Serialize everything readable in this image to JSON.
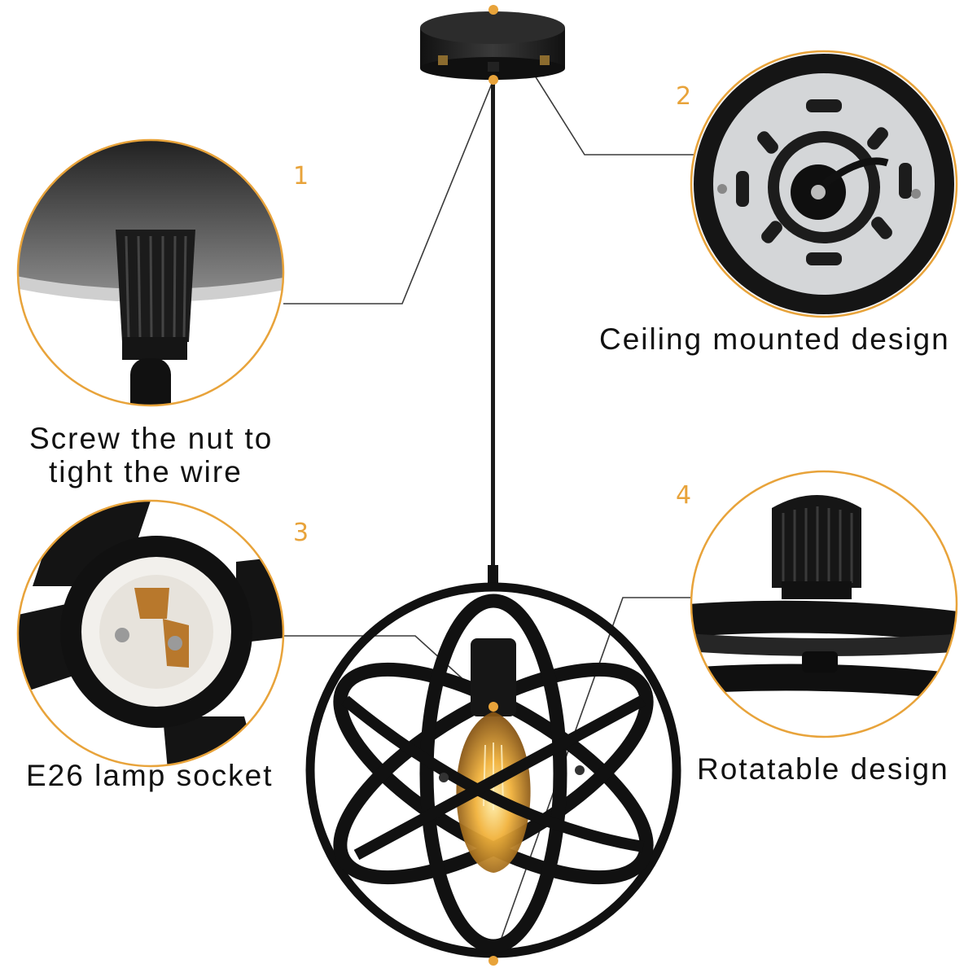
{
  "accent_color": "#E8A33A",
  "callouts": [
    {
      "number": "1",
      "caption_lines": [
        "Screw the nut to",
        "tight the wire"
      ],
      "icon": "cord-grip-nut"
    },
    {
      "number": "2",
      "caption_lines": [
        "Ceiling mounted design"
      ],
      "icon": "ceiling-mount-plate"
    },
    {
      "number": "3",
      "caption_lines": [
        "E26 lamp socket"
      ],
      "icon": "lamp-socket"
    },
    {
      "number": "4",
      "caption_lines": [
        "Rotatable design"
      ],
      "icon": "rotatable-joint"
    }
  ],
  "product": {
    "icon": "orb-pendant-light"
  }
}
